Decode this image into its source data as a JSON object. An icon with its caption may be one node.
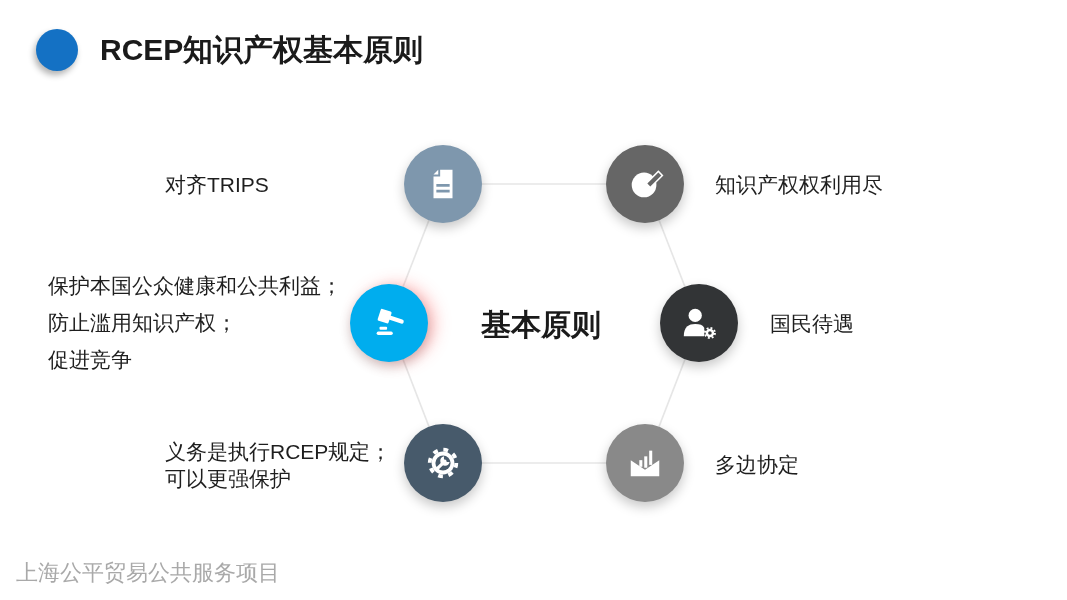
{
  "diagram": {
    "title": "RCEP知识产权基本原则",
    "nodes": [
      {
        "text": [],
        "shape": "circle"
      },
      {
        "text": [],
        "shape": "circle",
        "beside": [
          "知识产权权利用尽"
        ]
      },
      {
        "text": [],
        "shape": "circle",
        "beside": [
          "保护本国公众健康和公共利益；",
          "防止滥用知识产权；",
          "促进竞争"
        ]
      },
      {
        "text": [],
        "shape": "circle",
        "beside": [
          "国民待遇"
        ]
      },
      {
        "text": [],
        "shape": "circle",
        "beside": [
          "义务是执行RCEP规定；",
          "可以更强保护"
        ]
      },
      {
        "text": [],
        "shape": "circle",
        "beside": [
          "多边协定"
        ]
      }
    ],
    "edges": [
      {
        "from": 0,
        "to": 1,
        "arrow": "none"
      },
      {
        "from": 1,
        "to": 3,
        "arrow": "none"
      },
      {
        "from": 3,
        "to": 5,
        "arrow": "none"
      },
      {
        "from": 5,
        "to": 4,
        "arrow": "none"
      },
      {
        "from": 4,
        "to": 2,
        "arrow": "none"
      },
      {
        "from": 2,
        "to": 0,
        "arrow": "none"
      }
    ],
    "labels": [
      "对齐TRIPS",
      "基本原则",
      "上海公平贸易公共服务项目"
    ]
  }
}
